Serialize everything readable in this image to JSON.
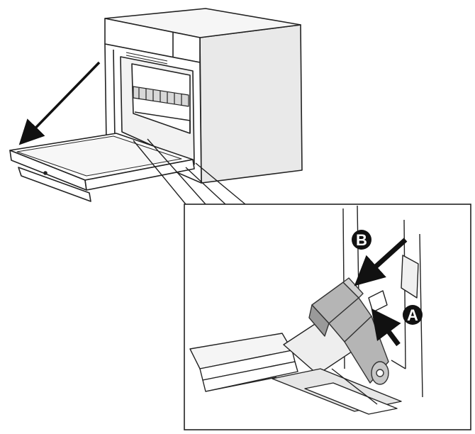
{
  "callouts": {
    "a": {
      "label": "A",
      "fill": "#111111",
      "text_color": "#ffffff"
    },
    "b": {
      "label": "B",
      "fill": "#111111",
      "text_color": "#ffffff"
    }
  },
  "colors": {
    "line": "#222222",
    "hinge_fill": "#b5b5b5",
    "background": "#ffffff"
  },
  "icons": {
    "door-removal-arrow": "arrow-down-left",
    "arrow-b": "arrow-down-left",
    "arrow-a": "arrow-up-left"
  }
}
